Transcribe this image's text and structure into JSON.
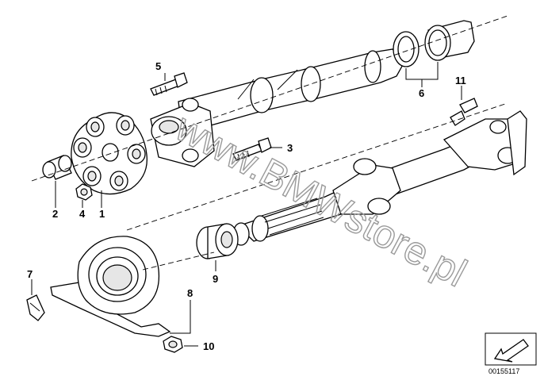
{
  "diagram": {
    "callouts": [
      {
        "id": "c1",
        "text": "1"
      },
      {
        "id": "c2",
        "text": "2"
      },
      {
        "id": "c3",
        "text": "3"
      },
      {
        "id": "c4",
        "text": "4"
      },
      {
        "id": "c5",
        "text": "5"
      },
      {
        "id": "c6",
        "text": "6"
      },
      {
        "id": "c7",
        "text": "7"
      },
      {
        "id": "c8",
        "text": "8"
      },
      {
        "id": "c9",
        "text": "9"
      },
      {
        "id": "c10",
        "text": "10"
      },
      {
        "id": "c11",
        "text": "11"
      }
    ],
    "watermark": "www.BMWstore.pl",
    "image_code": "00155117"
  }
}
